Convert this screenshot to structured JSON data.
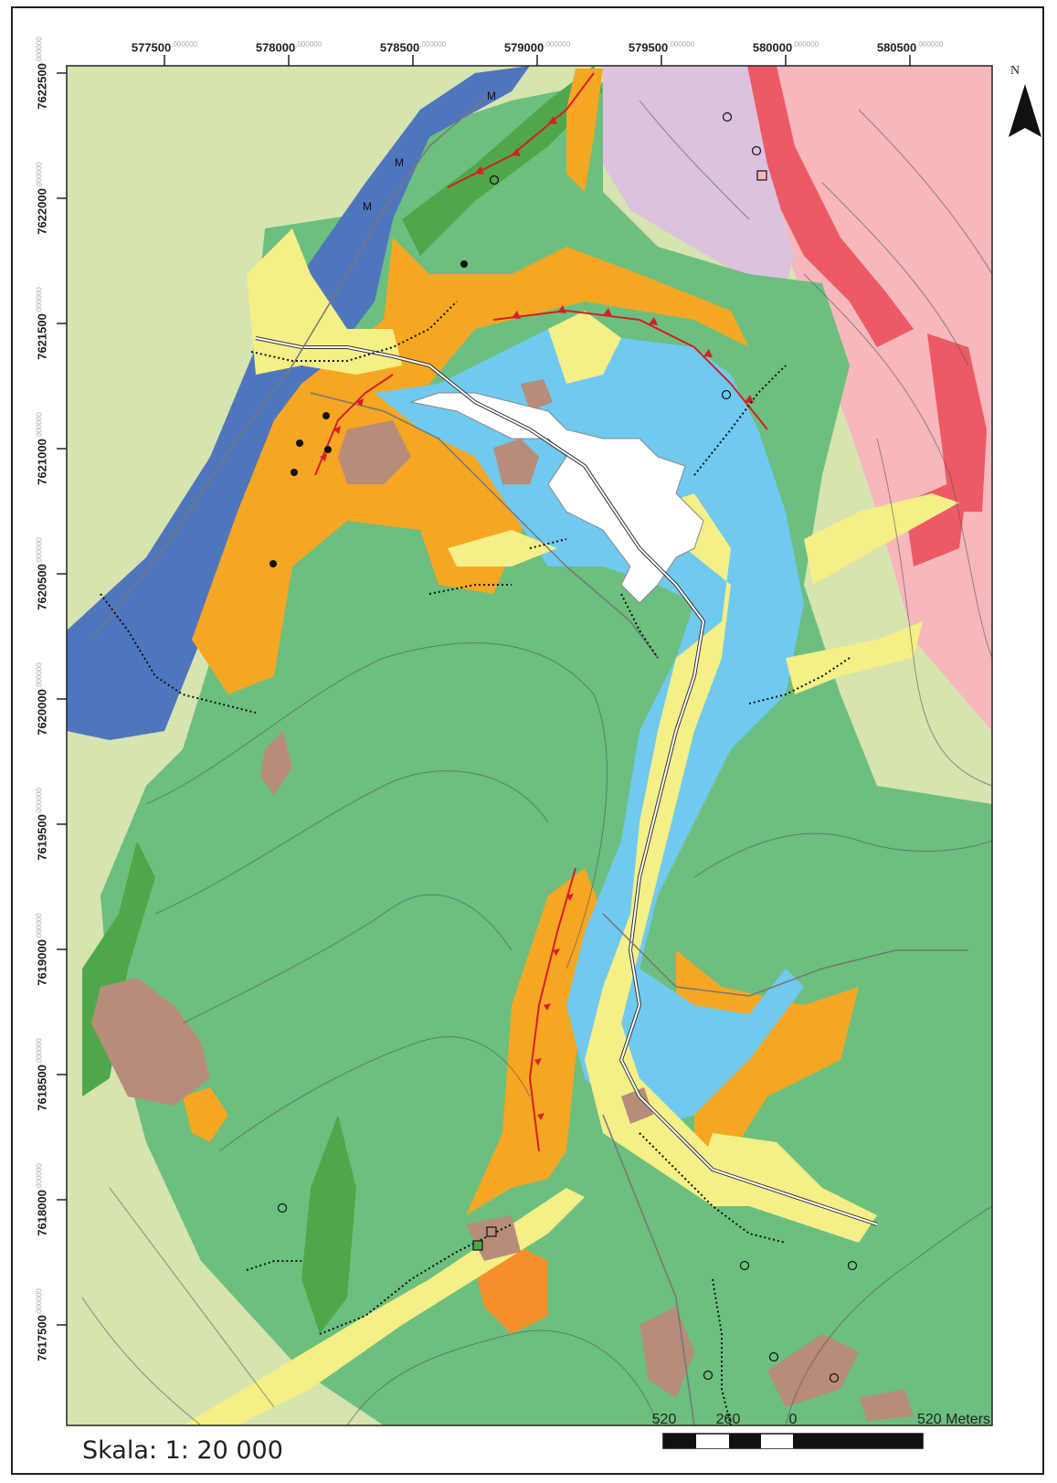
{
  "map": {
    "north_label": "N",
    "x_ticks": [
      {
        "value": "577500",
        "suffix": ",000000"
      },
      {
        "value": "578000",
        "suffix": ",000000"
      },
      {
        "value": "578500",
        "suffix": ",000000"
      },
      {
        "value": "579000",
        "suffix": ",000000"
      },
      {
        "value": "579500",
        "suffix": ",000000"
      },
      {
        "value": "580000",
        "suffix": ",000000"
      },
      {
        "value": "580500",
        "suffix": ",000000"
      }
    ],
    "y_ticks": [
      {
        "value": "7622500",
        "suffix": ",000000"
      },
      {
        "value": "7622000",
        "suffix": ",000000"
      },
      {
        "value": "7621500",
        "suffix": ",000000"
      },
      {
        "value": "7621000",
        "suffix": ",000000"
      },
      {
        "value": "7620500",
        "suffix": ",000000"
      },
      {
        "value": "7620000",
        "suffix": ",000000"
      },
      {
        "value": "7619500",
        "suffix": ",000000"
      },
      {
        "value": "7619000",
        "suffix": ",000000"
      },
      {
        "value": "7618500",
        "suffix": ",000000"
      },
      {
        "value": "7618000",
        "suffix": ",000000"
      },
      {
        "value": "7617500",
        "suffix": ",000000"
      }
    ],
    "scale_text": "Skala: 1: 20 000",
    "scalebar": {
      "labels": [
        "520",
        "260",
        "0",
        "520 Meters"
      ]
    },
    "marker_letter": "M",
    "colors": {
      "blue_unit": "#4f76bd",
      "orange_unit": "#f5a623",
      "green_unit": "#6cbf7f",
      "bright_green_unit": "#4ea84a",
      "yellow_unit": "#f4ef86",
      "light_blue_unit": "#70c9ef",
      "pale_green_unit": "#d6e4b0",
      "pink_unit": "#f6b8bc",
      "red_unit": "#ec5a65",
      "lavender_unit": "#dcc2de",
      "brown_unit": "#b78c7a",
      "lake": "#ffffff",
      "thrust_line": "#d61f26"
    }
  }
}
